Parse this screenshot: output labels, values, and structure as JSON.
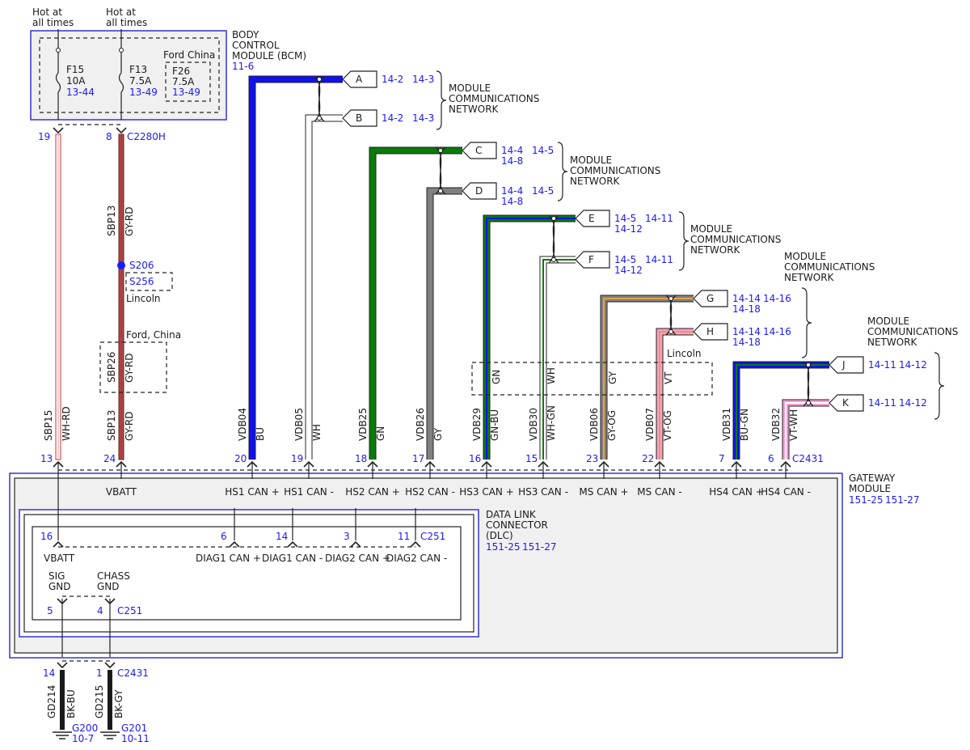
{
  "colors": {
    "blue_text": "#1a1aff",
    "module_fill": "#f0f0f0",
    "module_border": "#3333dd",
    "BU": "#1010ee",
    "WH": "#ffffff",
    "GN": "#0a7a0a",
    "GY": "#808080",
    "OG": "#e8a040",
    "VT": "#f5a0d0",
    "RD": "#c83030",
    "BK": "#1a1a1a",
    "BR": "#a07848"
  },
  "power": {
    "hot_left": "Hot at all times",
    "hot_right": "Hot at all times",
    "f15_name": "F15",
    "f15_rating": "10A",
    "f15_ref": "13-44",
    "f13_name": "F13",
    "f13_rating": "7.5A",
    "f13_ref": "13-49",
    "f26_label": "Ford China",
    "f26_name": "F26",
    "f26_rating": "7.5A",
    "f26_ref": "13-49"
  },
  "bcm": {
    "label_1": "BODY",
    "label_2": "CONTROL",
    "label_3": "MODULE (BCM)",
    "ref": "11-6",
    "pin_left": "19",
    "pin_right": "8",
    "connector": "C2280H"
  },
  "splice": {
    "s206": "S206",
    "s256": "S256",
    "lincoln": "Lincoln",
    "ford_china": "Ford, China"
  },
  "network_labels": {
    "line1": "MODULE",
    "line2": "COMMUNICATIONS",
    "line3": "NETWORK",
    "lincoln": "Lincoln"
  },
  "tags": [
    {
      "letter": "A",
      "ref1": "14-2",
      "ref2": "14-3",
      "ref3": ""
    },
    {
      "letter": "B",
      "ref1": "14-2",
      "ref2": "14-3",
      "ref3": ""
    },
    {
      "letter": "C",
      "ref1": "14-4",
      "ref2": "14-5",
      "ref3": "14-8"
    },
    {
      "letter": "D",
      "ref1": "14-4",
      "ref2": "14-5",
      "ref3": "14-8"
    },
    {
      "letter": "E",
      "ref1": "14-5",
      "ref2": "14-11",
      "ref3": "14-12"
    },
    {
      "letter": "F",
      "ref1": "14-5",
      "ref2": "14-11",
      "ref3": "14-12"
    },
    {
      "letter": "G",
      "ref1": "14-14",
      "ref2": "14-16",
      "ref3": "14-18"
    },
    {
      "letter": "H",
      "ref1": "14-14",
      "ref2": "14-16",
      "ref3": "14-18"
    },
    {
      "letter": "J",
      "ref1": "14-11",
      "ref2": "14-12",
      "ref3": ""
    },
    {
      "letter": "K",
      "ref1": "14-11",
      "ref2": "14-12",
      "ref3": ""
    }
  ],
  "wires": [
    {
      "circuit": "SBP15",
      "color": "WH-RD",
      "pin": "13"
    },
    {
      "circuit": "SBP13",
      "color": "GY-RD",
      "pin": "24"
    },
    {
      "circuit": "VDB04",
      "color": "BU",
      "pin": "20"
    },
    {
      "circuit": "VDB05",
      "color": "WH",
      "pin": "19"
    },
    {
      "circuit": "VDB25",
      "color": "GN",
      "pin": "18"
    },
    {
      "circuit": "VDB26",
      "color": "GY",
      "pin": "17"
    },
    {
      "circuit": "VDB29",
      "color": "GN-BU",
      "pin": "16"
    },
    {
      "circuit": "VDB30",
      "color": "WH-GN",
      "pin": "15"
    },
    {
      "circuit": "VDB06",
      "color": "GY-OG",
      "pin": "23"
    },
    {
      "circuit": "VDB07",
      "color": "VT-OG",
      "pin": "22"
    },
    {
      "circuit": "VDB31",
      "color": "BU-GN",
      "pin": "7"
    },
    {
      "circuit": "VDB32",
      "color": "VT-WH",
      "pin": "6"
    }
  ],
  "upper_wires": [
    {
      "circuit": "SBP13",
      "color": "GY-RD"
    },
    {
      "circuit": "SBP26",
      "color": "GY-RD"
    }
  ],
  "lincoln_box": [
    "GN",
    "WH",
    "GY",
    "VT"
  ],
  "gateway": {
    "connector": "C2431",
    "label_1": "GATEWAY",
    "label_2": "MODULE",
    "ref1": "151-25",
    "ref2": "151-27",
    "pins": [
      "VBATT",
      "HS1 CAN +",
      "HS1 CAN -",
      "HS2 CAN +",
      "HS2 CAN -",
      "HS3 CAN +",
      "HS3 CAN -",
      "MS CAN +",
      "MS CAN -",
      "HS4 CAN +",
      "HS4 CAN -"
    ]
  },
  "dlc": {
    "label_1": "DATA LINK",
    "label_2": "CONNECTOR",
    "label_3": "(DLC)",
    "ref1": "151-25",
    "ref2": "151-27",
    "connector": "C251",
    "pin_vbatt": "16",
    "pin_6": "6",
    "pin_14": "14",
    "pin_3": "3",
    "pin_11": "11",
    "vbatt": "VBATT",
    "diag1p": "DIAG1 CAN +",
    "diag1m": "DIAG1 CAN -",
    "diag2p": "DIAG2 CAN +",
    "diag2m": "DIAG2 CAN -",
    "sig_1": "SIG",
    "sig_2": "GND",
    "chass_1": "CHASS",
    "chass_2": "GND",
    "pin_5": "5",
    "pin_4": "4",
    "connector2": "C251"
  },
  "grounds": {
    "pin_14": "14",
    "pin_1": "1",
    "connector": "C2431",
    "gd214": "GD214",
    "gd214_color": "BK-BU",
    "gd215": "GD215",
    "gd215_color": "BK-GY",
    "g200": "G200",
    "g200_ref": "10-7",
    "g201": "G201",
    "g201_ref": "10-11"
  }
}
